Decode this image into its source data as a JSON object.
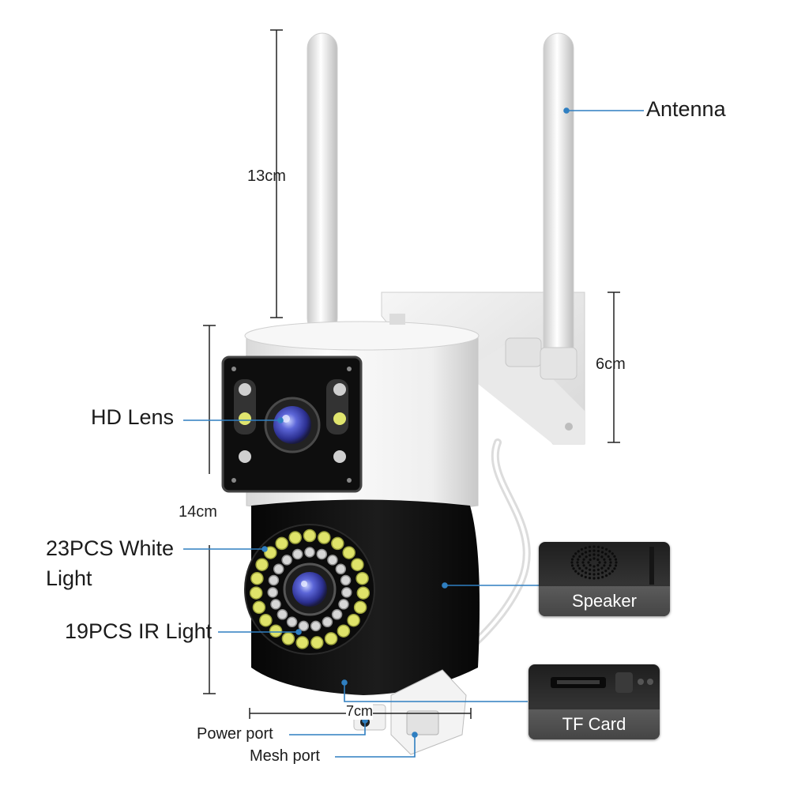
{
  "callouts": {
    "antenna": "Antenna",
    "hd_lens": "HD Lens",
    "white_light_line1": "23PCS White",
    "white_light_line2": "Light",
    "ir_light": "19PCS IR Light",
    "power_port": "Power port",
    "mesh_port": "Mesh port"
  },
  "dimensions": {
    "antenna_height": "13cm",
    "mount_height": "6cm",
    "body_height": "14cm",
    "base_width": "7cm"
  },
  "insets": {
    "speaker": "Speaker",
    "tf_card": "TF Card"
  },
  "led_counts": {
    "white": 23,
    "ir": 19
  },
  "colors": {
    "callout_line": "#2f7fc1",
    "housing_white": "#f2f2f2",
    "housing_black": "#141414",
    "lens_blue": "#4a57c7",
    "led_yellow": "#dfe36a"
  }
}
